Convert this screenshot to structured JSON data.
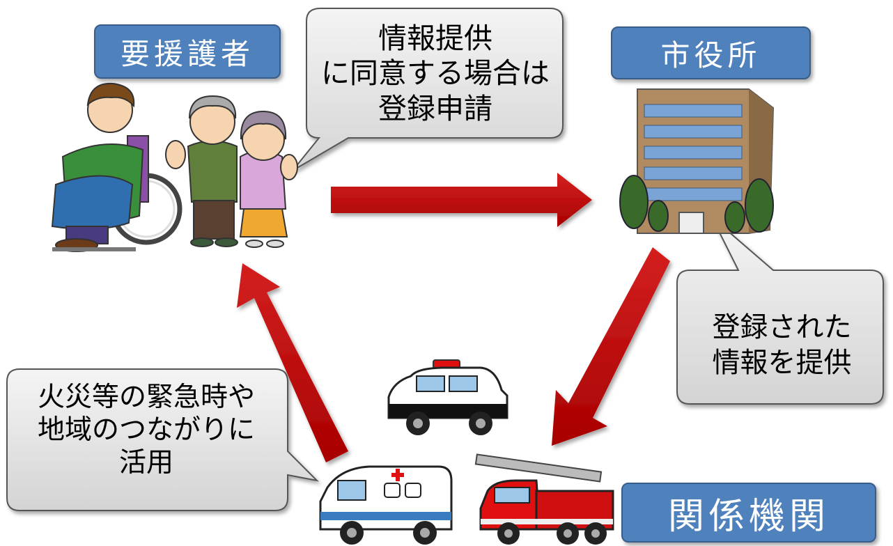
{
  "labels": {
    "person_group": "要援護者",
    "city_hall": "市役所",
    "agencies": "関係機関"
  },
  "callouts": {
    "registration": [
      "情報提供",
      "に同意する場合は",
      "登録申請"
    ],
    "provide_info": [
      "登録された",
      "情報を提供"
    ],
    "usage": [
      "火災等の緊急時や",
      "地域のつながりに",
      "活用"
    ]
  },
  "colors": {
    "label_fill": "#4f81bd",
    "arrow_fill": "#c00000",
    "callout_fill": "#e6e6e6"
  },
  "icons": [
    "wheelchair-user-icon",
    "elderly-couple-icon",
    "office-building-icon",
    "police-car-icon",
    "ambulance-icon",
    "fire-truck-icon"
  ]
}
